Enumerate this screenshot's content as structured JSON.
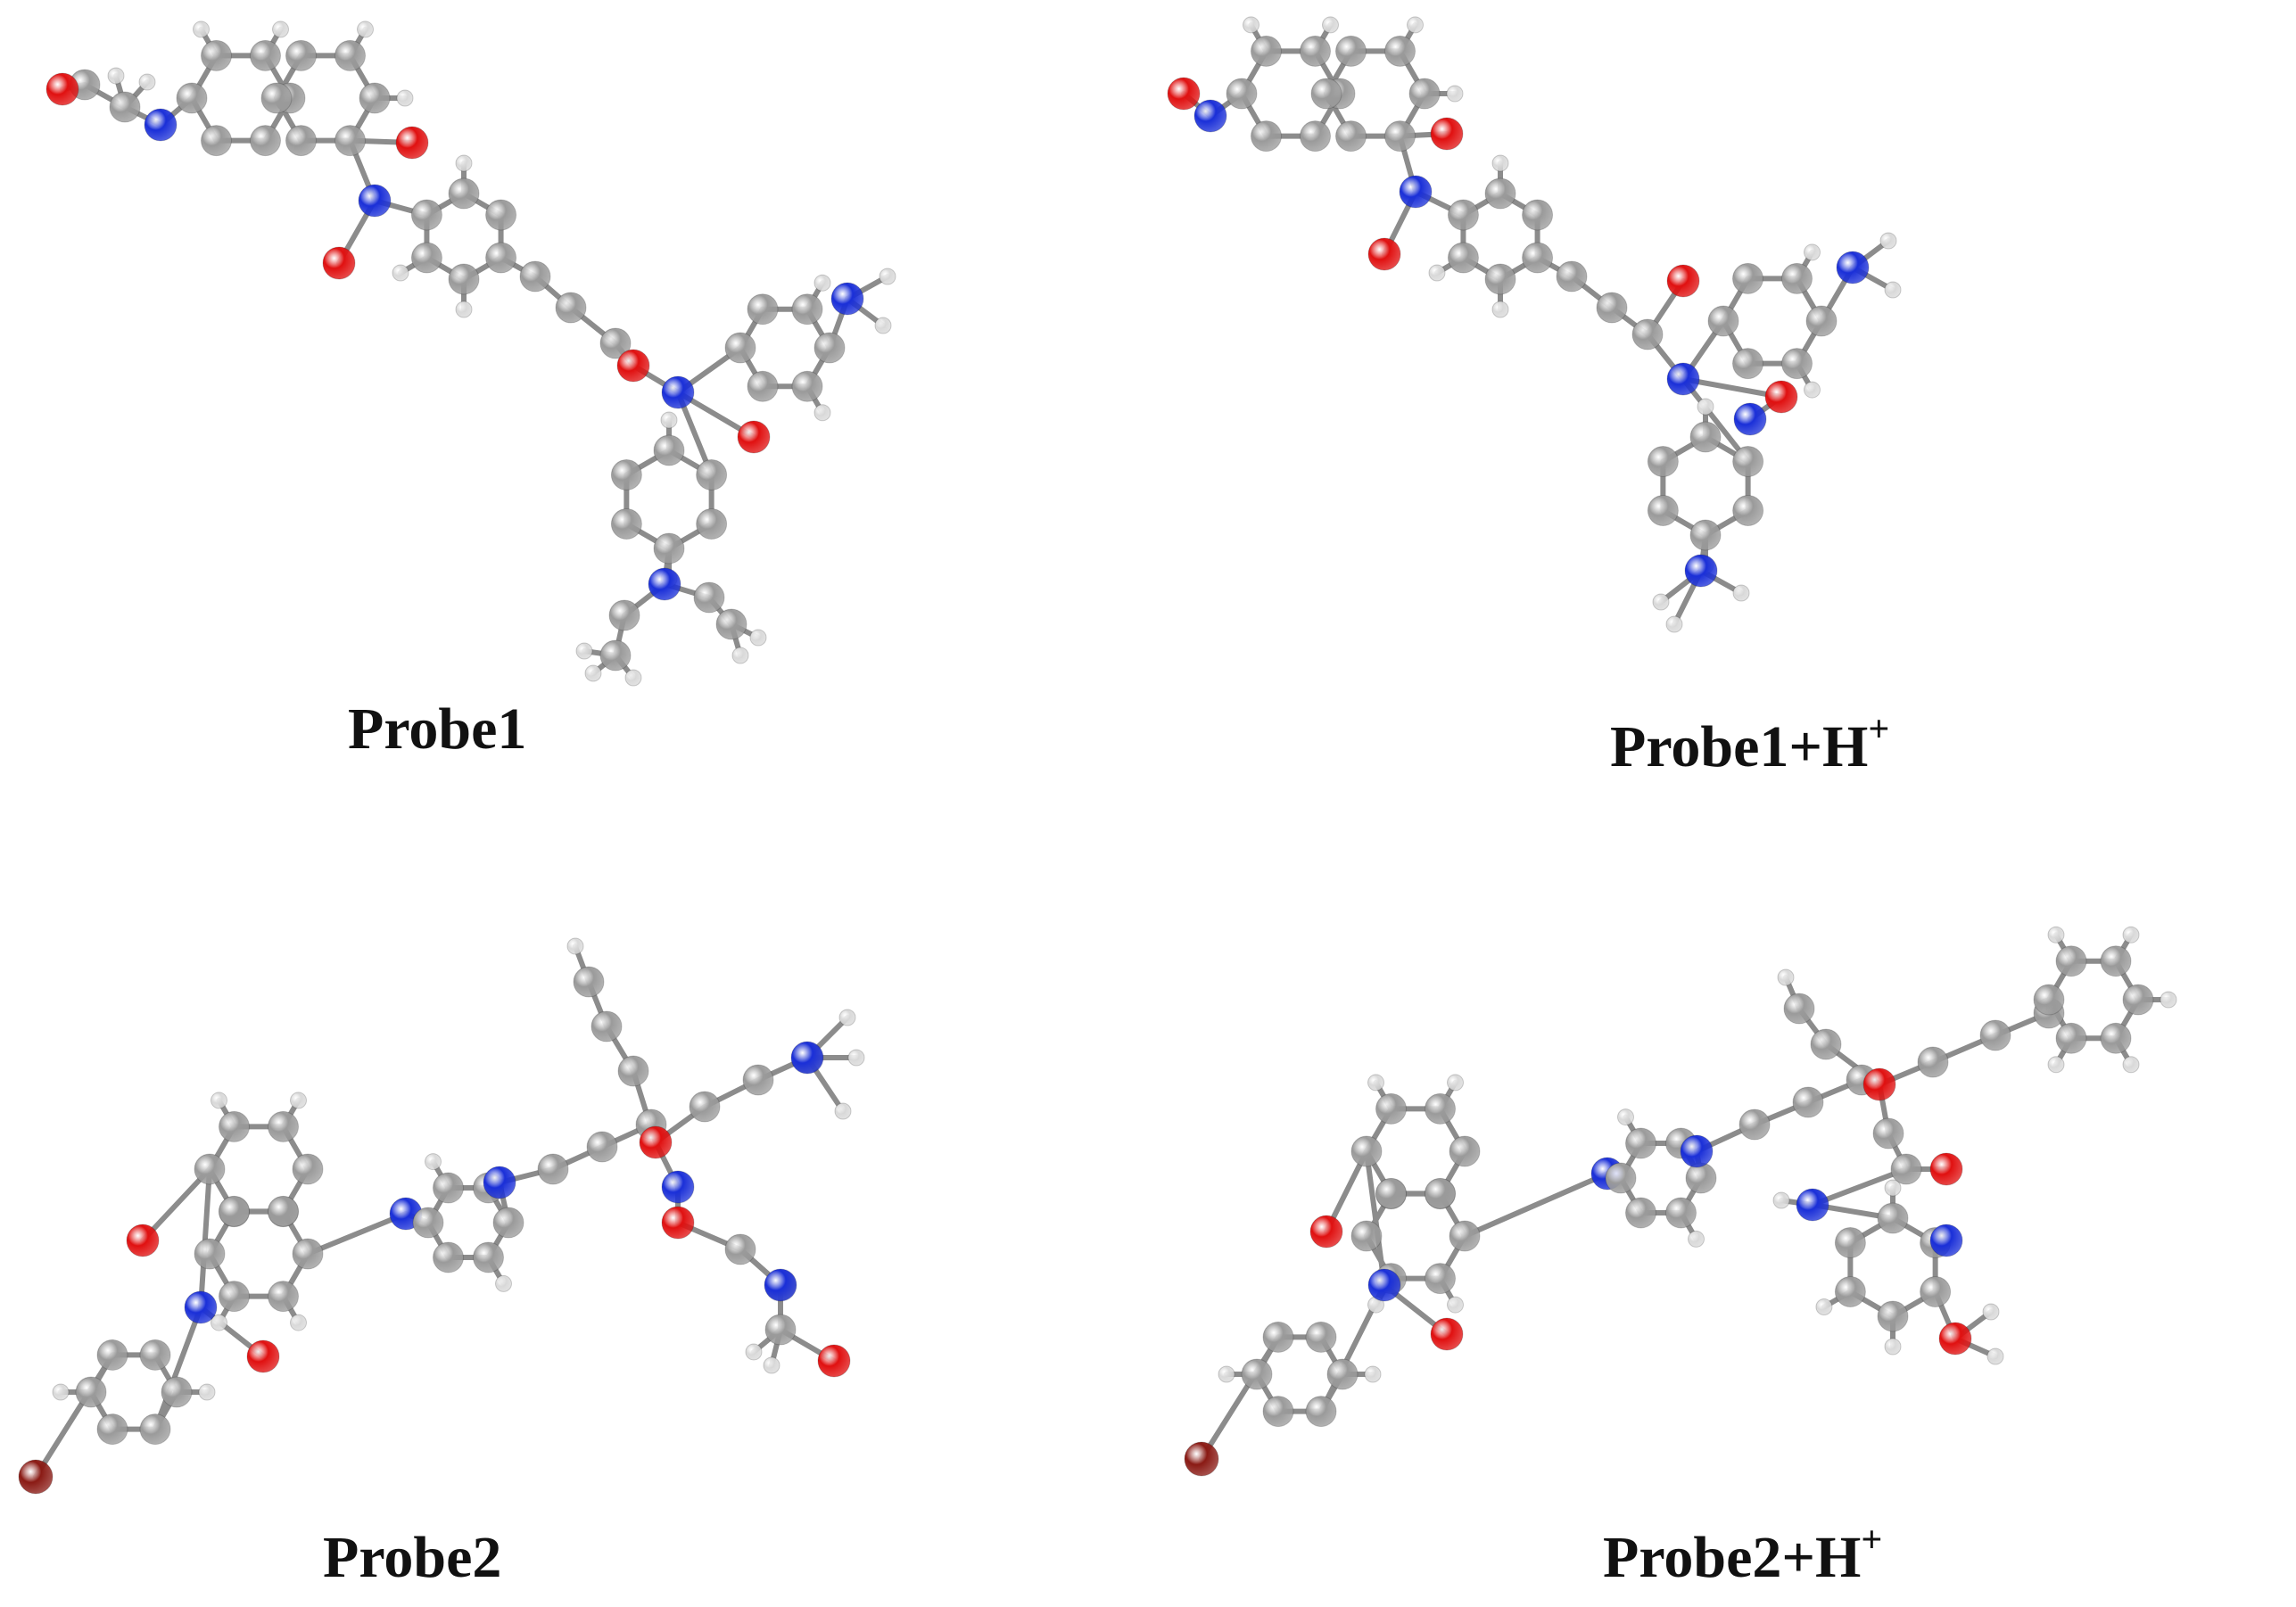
{
  "colors": {
    "carbon": "#9a9a9a",
    "hydrogen": "#d9d9d9",
    "nitrogen": "#1a2fd8",
    "oxygen": "#e01010",
    "bromine": "#8a1a14",
    "bond": "#8c8c8c"
  },
  "panels": [
    {
      "id": "probe1",
      "label": "Probe1",
      "superscript": ""
    },
    {
      "id": "probe1h",
      "label": "Probe1+H",
      "superscript": "+"
    },
    {
      "id": "probe2",
      "label": "Probe2",
      "superscript": ""
    },
    {
      "id": "probe2h",
      "label": "Probe2+H",
      "superscript": "+"
    }
  ]
}
